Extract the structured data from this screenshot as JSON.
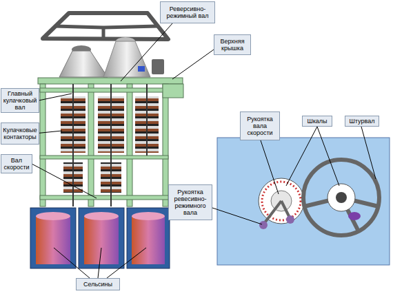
{
  "diagram": {
    "nodes": [
      {
        "text": [
          "Реверсивно-режимный вал"
        ]
      },
      {
        "text": [
          "Верхняя крышка"
        ]
      },
      {
        "text": [
          "Главный кулачковый вал"
        ]
      },
      {
        "text": [
          "Рукоятка вала скорости"
        ]
      },
      {
        "text": [
          "Шкалы"
        ]
      },
      {
        "text": [
          "Штурвал"
        ]
      },
      {
        "text": [
          "Кулачковые контакторы"
        ]
      },
      {
        "text": [
          "Вал скорости"
        ]
      },
      {
        "text": [
          "Рукоятка ревесивно-режимного вала"
        ]
      },
      {
        "text": [
          "Сельсины"
        ]
      }
    ]
  }
}
